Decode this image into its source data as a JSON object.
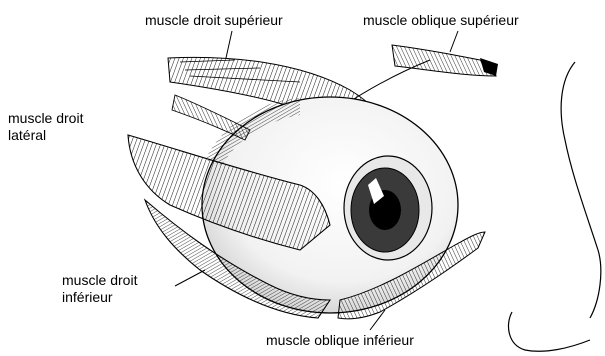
{
  "labels": {
    "rectus_superior": "muscle droit supérieur",
    "oblique_superior": "muscle oblique supérieur",
    "rectus_lateral_line1": "muscle droit",
    "rectus_lateral_line2": "latéral",
    "rectus_inferior_line1": "muscle droit",
    "rectus_inferior_line2": "inférieur",
    "oblique_inferior": "muscle oblique inférieur"
  },
  "colors": {
    "ink": "#000000",
    "paper": "#ffffff",
    "sclera": "#f4f4f4",
    "iris": "#3a3a3a"
  }
}
